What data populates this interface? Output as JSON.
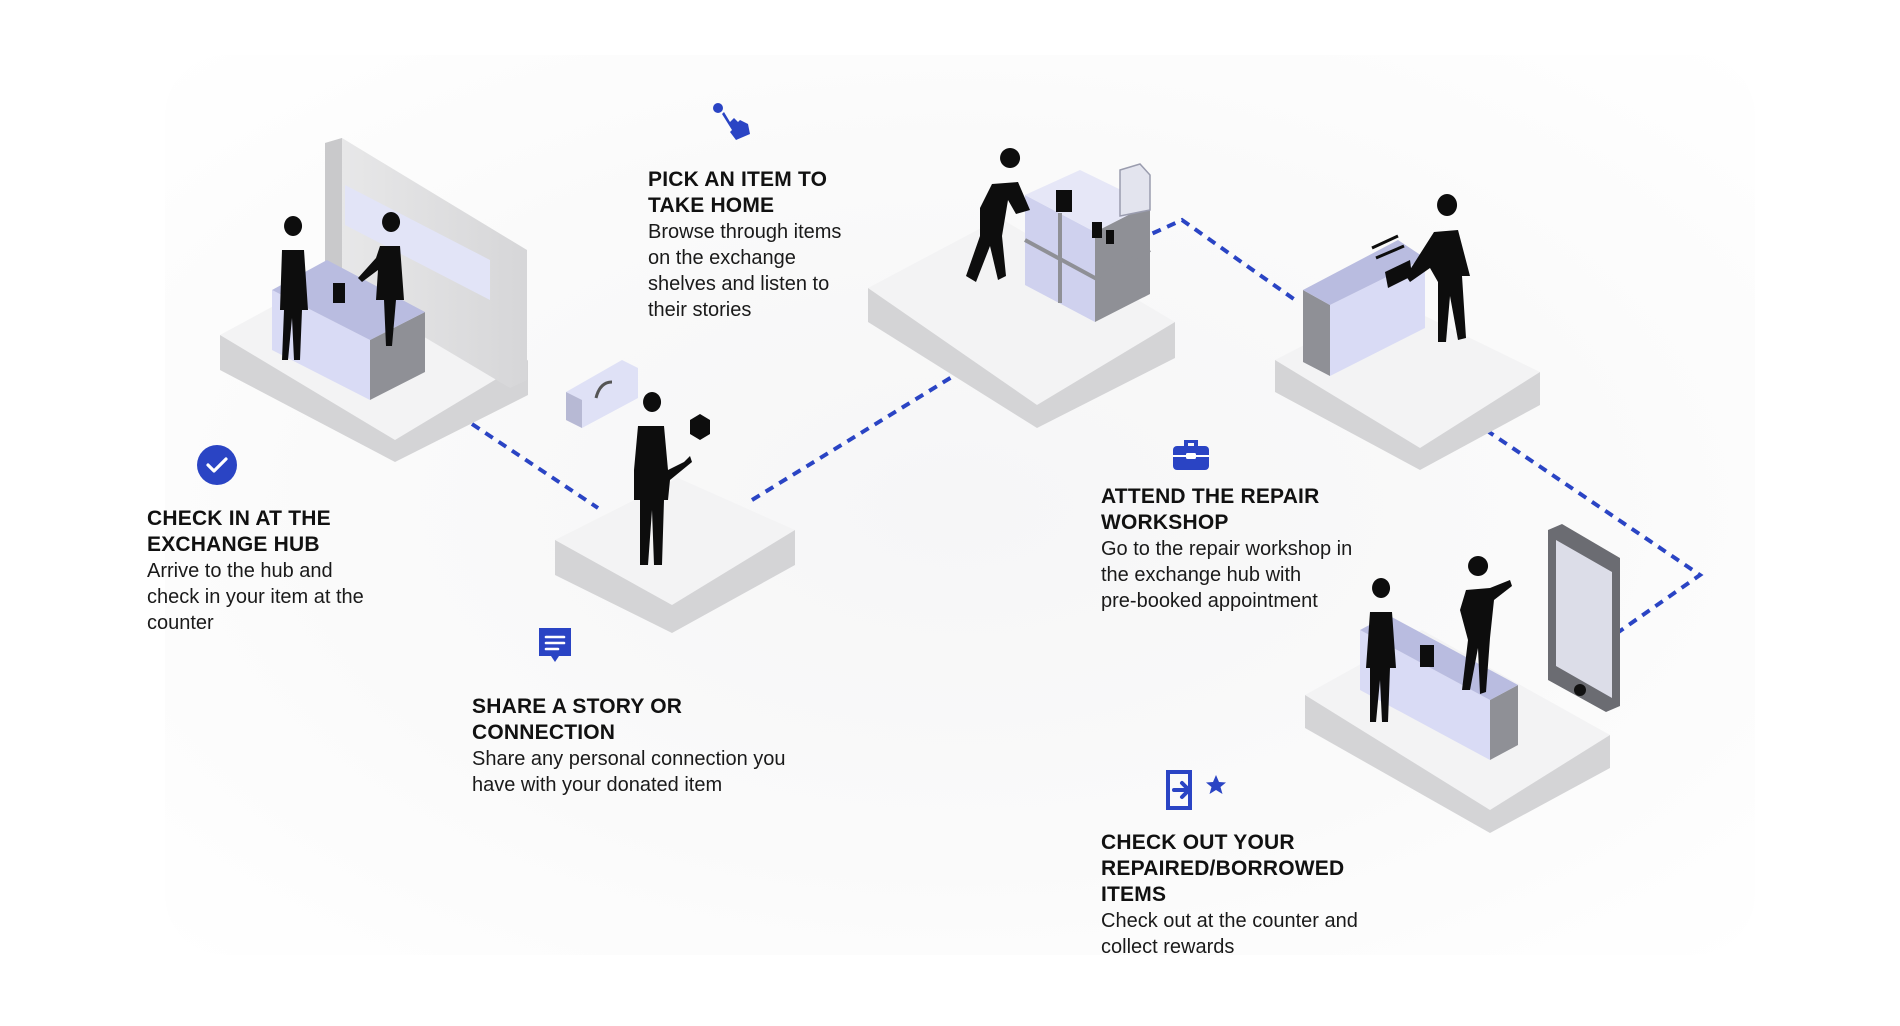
{
  "colors": {
    "accent": "#2a44c4",
    "dash": "#2a44c4",
    "platform_top": "#f3f3f4",
    "platform_side": "#d4d4d6",
    "counter_front": "#d9dbf5",
    "counter_side": "#8f9096",
    "silhouette": "#0d0d0d"
  },
  "steps": [
    {
      "id": "check-in",
      "icon": "check-circle-icon",
      "title": "CHECK IN AT THE\nEXCHANGE HUB",
      "description": "Arrive to the hub and\ncheck in your item at the\ncounter"
    },
    {
      "id": "share-story",
      "icon": "chat-message-icon",
      "title": "SHARE A STORY OR\nCONNECTION",
      "description": "Share any personal connection you\nhave with your donated item"
    },
    {
      "id": "pick-item",
      "icon": "pointer-hand-icon",
      "title": "PICK AN ITEM TO\nTAKE HOME",
      "description": "Browse through items\non the exchange\nshelves and listen to\ntheir stories"
    },
    {
      "id": "repair-workshop",
      "icon": "toolbox-icon",
      "title": "ATTEND THE REPAIR\nWORKSHOP",
      "description": "Go to the repair workshop in\nthe exchange hub with\npre-booked appointment"
    },
    {
      "id": "check-out",
      "icon": "checkout-star-icon",
      "title": "CHECK OUT YOUR\nREPAIRED/BORROWED\nITEMS",
      "description": "Check out at the counter and\ncollect rewards"
    }
  ]
}
